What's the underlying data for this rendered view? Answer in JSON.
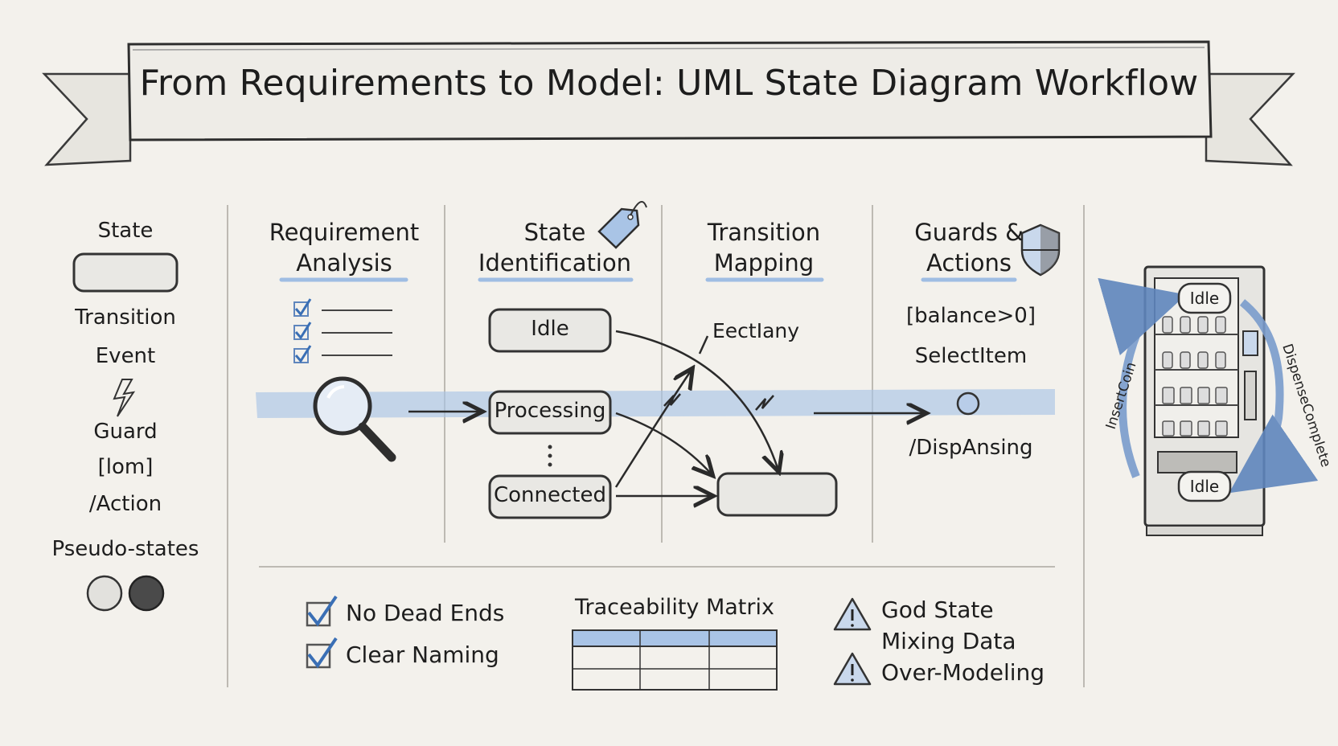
{
  "title": "From Requirements to Model: UML State Diagram Workflow",
  "legend": {
    "state": "State",
    "transition": "Transition",
    "event": "Event",
    "guard": "Guard",
    "guard_example": "[lom]",
    "action": "/Action",
    "pseudo_states": "Pseudo-states"
  },
  "columns": [
    {
      "line1": "Requirement",
      "line2": "Analysis"
    },
    {
      "line1": "State",
      "line2": "Identification"
    },
    {
      "line1": "Transition",
      "line2": "Mapping"
    },
    {
      "line1": "Guards &",
      "line2": "Actions"
    }
  ],
  "states": {
    "idle": "Idle",
    "processing": "Processing",
    "connected": "Connected"
  },
  "transition_label": "EectIany",
  "guards": {
    "guard": "[balance>0]",
    "event": "SelectItem",
    "action": "/DispAnsing"
  },
  "vending": {
    "top_state": "Idle",
    "bottom_state": "Idle",
    "left_event": "InsertCoin",
    "right_event": "DispenseComplete"
  },
  "checklist": [
    "No Dead Ends",
    "Clear Naming"
  ],
  "matrix_title": "Traceability Matrix",
  "warnings": [
    "God State",
    "Mixing Data",
    "Over-Modeling"
  ],
  "colors": {
    "accent_blue": "#8fb1de",
    "ink": "#2a2a2a",
    "check_blue": "#3a6fb5",
    "paper": "#f3f1ec"
  }
}
